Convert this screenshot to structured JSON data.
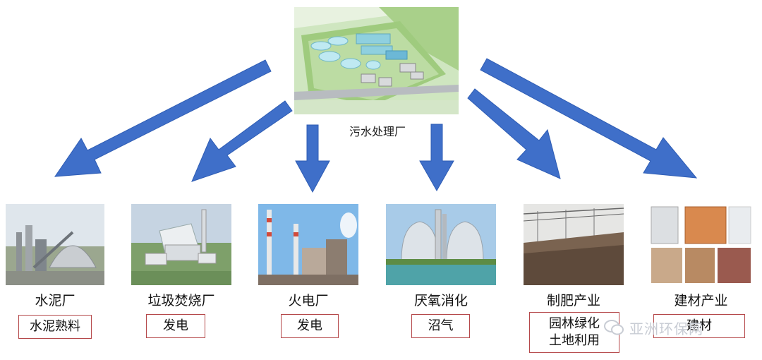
{
  "center": {
    "label": "污水处理厂"
  },
  "nodes": [
    {
      "label": "水泥厂",
      "outputs": [
        "水泥熟料"
      ]
    },
    {
      "label": "垃圾焚烧厂",
      "outputs": [
        "发电"
      ]
    },
    {
      "label": "火电厂",
      "outputs": [
        "发电"
      ]
    },
    {
      "label": "厌氧消化",
      "outputs": [
        "沼气"
      ]
    },
    {
      "label": "制肥产业",
      "outputs": [
        "园林绿化",
        "土地利用"
      ]
    },
    {
      "label": "建材产业",
      "outputs": [
        "建材"
      ]
    }
  ],
  "watermark": {
    "text": "亚洲环保网"
  },
  "colors": {
    "arrow": "#3f6fc9",
    "box_border": "#b5484a"
  }
}
